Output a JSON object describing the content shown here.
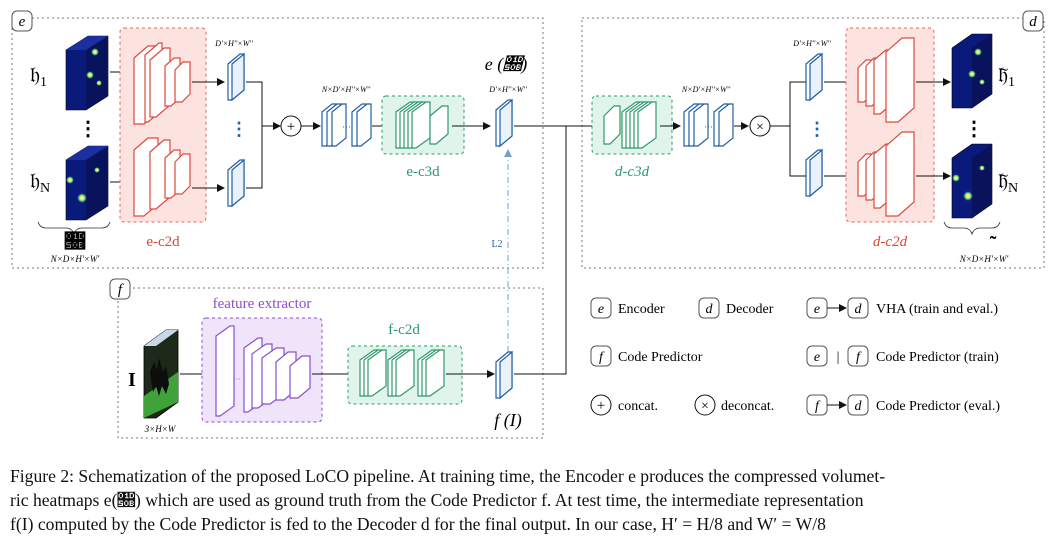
{
  "figure": {
    "panels": {
      "e": "e",
      "d": "d",
      "f": "f"
    },
    "inputs": {
      "h1": "𝔥",
      "h1_sub": "1",
      "hN": "𝔥",
      "hN_sub": "N",
      "H": "𝔋",
      "H_dims": "N×D×H'×W'"
    },
    "outputs": {
      "h1": "𝔥̃",
      "h1_sub": "1",
      "hN": "𝔥̃",
      "hN_sub": "N",
      "H": "𝔋̃",
      "H_dims": "N×D×H'×W'"
    },
    "encoder": {
      "e_c2d": "e-c2d",
      "e_c3d": "e-c3d",
      "dims_after_c2d": "D'×H''×W''",
      "dims_concat": "N×D'×H''×W''",
      "code_label": "e (𝔋)",
      "code_dims": "D'×H''×W''"
    },
    "decoder": {
      "d_c3d": "d-c3d",
      "d_c2d": "d-c2d",
      "dims_concat": "N×D'×H''×W''",
      "dims_before_c2d": "D'×H''×W''"
    },
    "predictor": {
      "feature_extractor": "feature extractor",
      "f_c2d": "f-c2d",
      "image_label": "I",
      "image_dims": "3×H×W",
      "code_label": "f (I)"
    },
    "l2": "L2",
    "dots": "⋮",
    "ellipsis": "···",
    "symbols": {
      "concat": "+",
      "deconcat": "×"
    },
    "legend": {
      "encoder": "Encoder",
      "decoder": "Decoder",
      "vha": "VHA (train and eval.)",
      "code_predictor": "Code Predictor",
      "code_predictor_train": "Code Predictor (train)",
      "concat": "concat.",
      "deconcat": "deconcat.",
      "code_predictor_eval": "Code Predictor (eval.)",
      "bar": "|"
    },
    "colors": {
      "encoder_red": "#e0483c",
      "green": "#2e9a6a",
      "blue": "#1f5fa6",
      "purple": "#8a4fd0",
      "heatmap_bg": "#0a1a7a"
    }
  },
  "caption": {
    "line1": "Figure 2: Schematization of the proposed LoCO pipeline. At training time, the Encoder e produces the compressed volumet-",
    "line2": "ric heatmaps e(𝔋) which are used as ground truth from the Code Predictor f. At test time, the intermediate representation",
    "line3": "f(I) computed by the Code Predictor is fed to the Decoder d for the final output. In our case, H′ = H/8 and W′ = W/8"
  }
}
